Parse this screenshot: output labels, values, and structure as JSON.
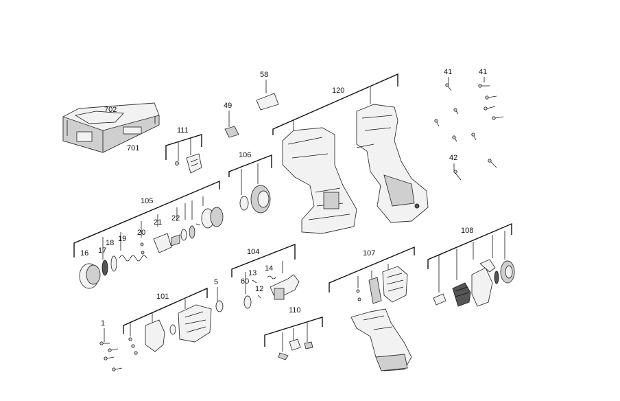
{
  "diagram": {
    "labels": {
      "l702": "702",
      "l701": "701",
      "l111": "111",
      "l49": "49",
      "l58": "58",
      "l120": "120",
      "l41a": "41",
      "l41b": "41",
      "l42": "42",
      "l106": "106",
      "l105": "105",
      "l16": "16",
      "l17": "17",
      "l18": "18",
      "l19": "19",
      "l20": "20",
      "l21": "21",
      "l22": "22",
      "l104": "104",
      "l14": "14",
      "l13": "13",
      "l60": "60",
      "l12": "12",
      "l5": "5",
      "l101": "101",
      "l1": "1",
      "l107": "107",
      "l108": "108",
      "l110": "110"
    }
  }
}
